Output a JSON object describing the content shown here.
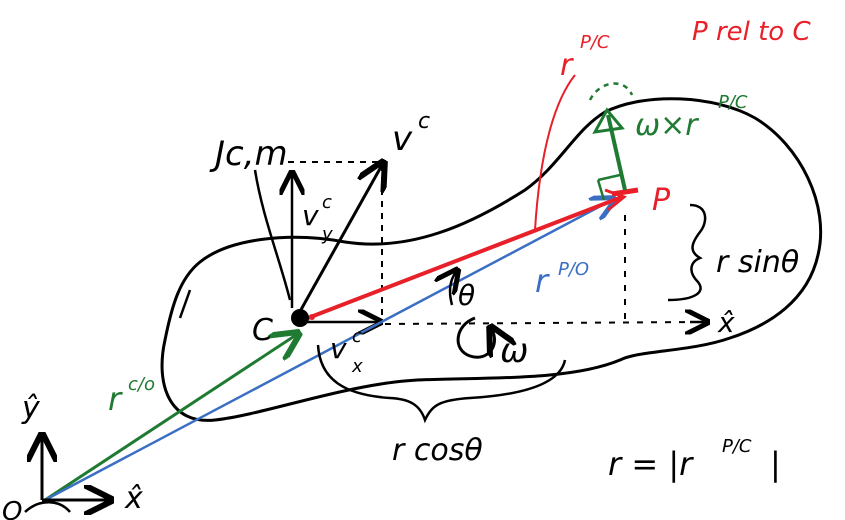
{
  "colors": {
    "ink": "#000000",
    "red": "#e8202a",
    "green": "#1f7a32",
    "blue": "#3a6fc4"
  },
  "labels": {
    "note_p_rel_c": "P rel to C",
    "r_p_c_top": "r",
    "r_p_c_top_super": "P/C",
    "omega_cross_r": "ω×r",
    "omega_cross_r_super": "P/C",
    "point_p": "P",
    "j_c_m": "Jc,m",
    "v_c": "v",
    "v_c_super": "c",
    "v_c_y": "v",
    "v_c_y_sup": "c",
    "v_c_y_sub": "y",
    "v_c_x": "v",
    "v_c_x_sup": "c",
    "v_c_x_sub": "x",
    "point_c": "C",
    "theta": "θ",
    "omega": "ω",
    "r_p_o": "r",
    "r_p_o_super": "P/O",
    "r_c_o": "r",
    "r_c_o_super": "c/o",
    "r_sin_theta": "r sinθ",
    "r_cos_theta": "r cosθ",
    "x_hat_body": "x̂",
    "y_hat": "ŷ",
    "x_hat_origin": "x̂",
    "point_o": "O",
    "r_def": "r = |r",
    "r_def_super": "P/C",
    "r_def_end": "|"
  }
}
